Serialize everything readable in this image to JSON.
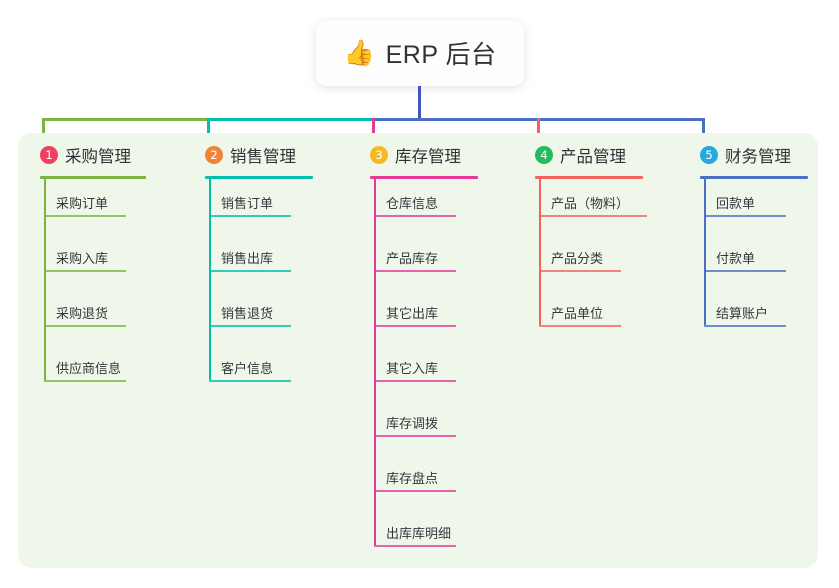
{
  "root": {
    "emoji": "👍",
    "emoji_name": "thumbs-up-icon",
    "title": "ERP 后台"
  },
  "canvas": {
    "background": "#ffffff",
    "panel_background": "#eef7e9",
    "stem_color": "#4455c0"
  },
  "columns": [
    {
      "index": "1",
      "title": "采购管理",
      "badge_color": "#ef4060",
      "line_color": "#7cb342",
      "items": [
        "采购订单",
        "采购入库",
        "采购退货",
        "供应商信息"
      ]
    },
    {
      "index": "2",
      "title": "销售管理",
      "badge_color": "#f08436",
      "line_color": "#00bfae",
      "items": [
        "销售订单",
        "销售出库",
        "销售退货",
        "客户信息"
      ]
    },
    {
      "index": "3",
      "title": "库存管理",
      "badge_color": "#f5b921",
      "line_color": "#e6399b",
      "items": [
        "仓库信息",
        "产品库存",
        "其它出库",
        "其它入库",
        "库存调拨",
        "库存盘点",
        "出库库明细"
      ]
    },
    {
      "index": "4",
      "title": "产品管理",
      "badge_color": "#26b960",
      "line_color": "#f4625c",
      "items": [
        "产品（物料）",
        "产品分类",
        "产品单位"
      ]
    },
    {
      "index": "5",
      "title": "财务管理",
      "badge_color": "#29a8e0",
      "line_color": "#4a6fc4",
      "items": [
        "回款单",
        "付款单",
        "结算账户"
      ]
    }
  ]
}
